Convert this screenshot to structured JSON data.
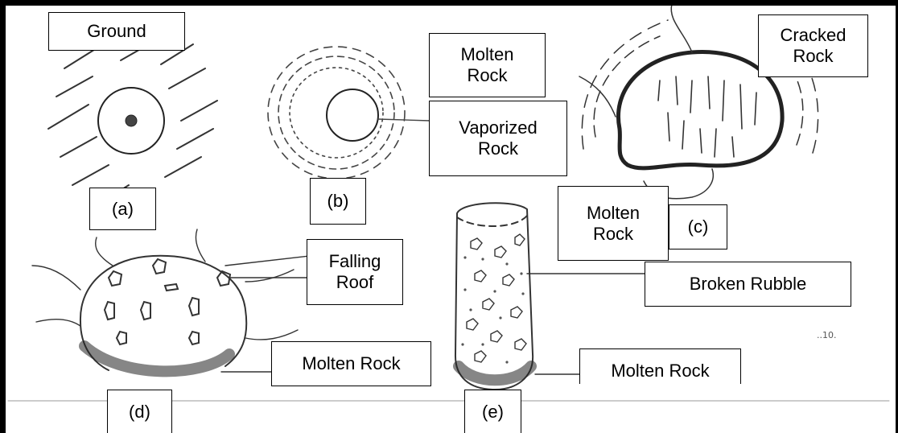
{
  "figure": {
    "labels": {
      "ground": "Ground",
      "molten_rock_b": [
        "Molten",
        "Rock"
      ],
      "vaporized_rock": [
        "Vaporized",
        "Rock"
      ],
      "cracked_rock": [
        "Cracked",
        "Rock"
      ],
      "molten_rock_c": [
        "Molten",
        "Rock"
      ],
      "falling_roof": [
        "Falling",
        "Roof"
      ],
      "broken_rubble": "Broken Rubble",
      "molten_rock_d": "Molten Rock",
      "molten_rock_e": "Molten Rock"
    },
    "panels": {
      "a": "(a)",
      "b": "(b)",
      "c": "(c)",
      "d": "(d)",
      "e": "(e)"
    },
    "page_mark": "..10."
  }
}
